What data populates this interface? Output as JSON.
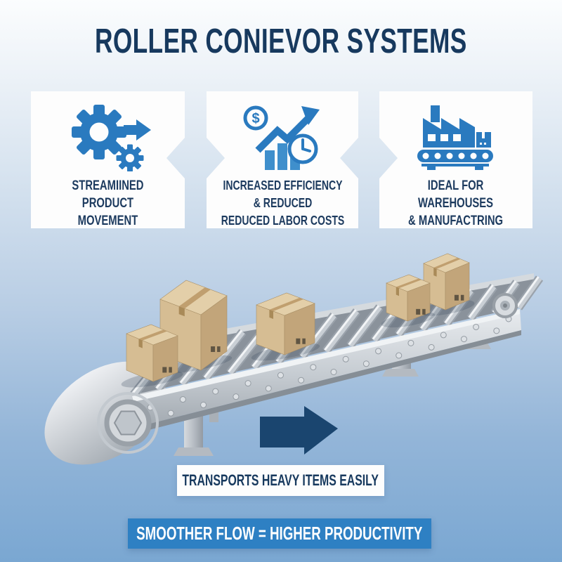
{
  "title": "ROLLER CONIEVOR SYSTEMS",
  "cards": [
    {
      "icon": "gears-arrow-icon",
      "lines": [
        "STREAMIINED",
        "PRODUCT",
        "MOVEMENT"
      ]
    },
    {
      "icon": "dollar-growth-clock-icon",
      "lines": [
        "INCREASED EFFICIENCY",
        "& REDUCED",
        "REDUCED LABOR COSTS"
      ]
    },
    {
      "icon": "factory-conveyor-icon",
      "lines": [
        "IDEAL FOR",
        "WAREHOUSES",
        "& MANUFACTRING"
      ]
    }
  ],
  "illustration": {
    "subject": "roller conveyor with cardboard boxes",
    "box_count": 5,
    "flow_arrow_direction": "right"
  },
  "banners": {
    "transport": "TRANSPORTS HEAVY ITEMS EASILY",
    "productivity": "SMOOTHER FLOW = HIGHER PRODUCTIVITY"
  },
  "colors": {
    "accent_blue": "#2a7abf",
    "navy_text": "#17395e",
    "banner_blue": "#2e80c3",
    "arrow_navy": "#1a456f",
    "background_top": "#fbfdfe",
    "background_bottom": "#7aa7d2",
    "cardboard": "#d6bd93",
    "steel": "#c9cfd5"
  }
}
